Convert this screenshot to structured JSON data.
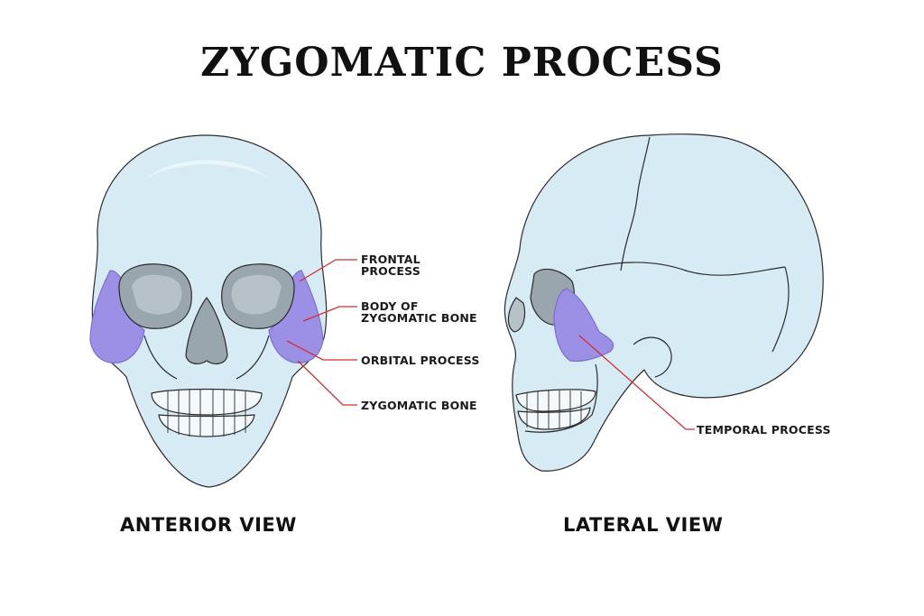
{
  "title": "ZYGOMATIC PROCESS",
  "views": {
    "anterior": "ANTERIOR VIEW",
    "lateral": "LATERAL VIEW"
  },
  "labels": {
    "frontal_process": [
      "FRONTAL",
      "PROCESS"
    ],
    "body_of_zygomatic_bone": [
      "BODY OF",
      "ZYGOMATIC BONE"
    ],
    "orbital_process": "ORBITAL PROCESS",
    "zygomatic_bone": "ZYGOMATIC BONE",
    "temporal_process": "TEMPORAL PROCESS"
  },
  "colors": {
    "bone": "#d7ebf5",
    "bone_highlight": "#eaf5fb",
    "cavity": "#9aa6ad",
    "cavity_light": "#b7c2c8",
    "zygomatic": "#9b8fe6",
    "leader": "#d32f2f",
    "outline": "#2b2b2b"
  }
}
